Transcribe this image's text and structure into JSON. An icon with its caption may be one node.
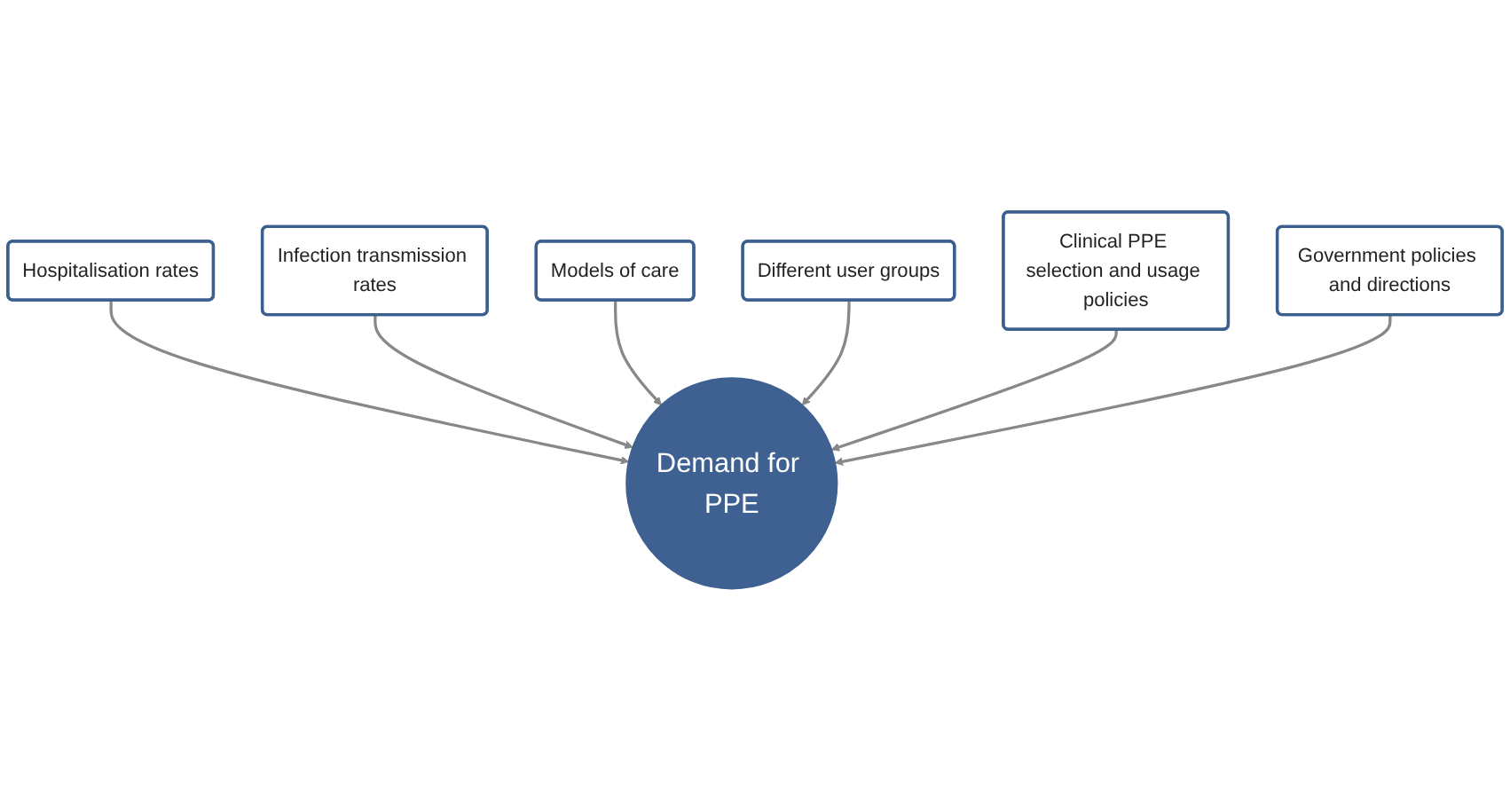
{
  "diagram": {
    "nodes": [
      {
        "text": [
          "Hospitalisation rates"
        ]
      },
      {
        "text": [
          "Infection transmission rates"
        ]
      },
      {
        "text": [
          "Models of care"
        ]
      },
      {
        "text": [
          "Demand for PPE"
        ]
      },
      {
        "text": [
          "Different user groups"
        ]
      },
      {
        "text": [
          "Clinical PPE selection and usage policies"
        ]
      },
      {
        "text": [
          "Government policies and directions"
        ]
      }
    ],
    "edges": [
      {
        "from": 0,
        "to": 3,
        "arrow": "to"
      },
      {
        "from": 1,
        "to": 3,
        "arrow": "to"
      },
      {
        "from": 2,
        "to": 3,
        "arrow": "to"
      },
      {
        "from": 4,
        "to": 3,
        "arrow": "to"
      },
      {
        "from": 5,
        "to": 3,
        "arrow": "to"
      },
      {
        "from": 6,
        "to": 3,
        "arrow": "to"
      }
    ]
  }
}
